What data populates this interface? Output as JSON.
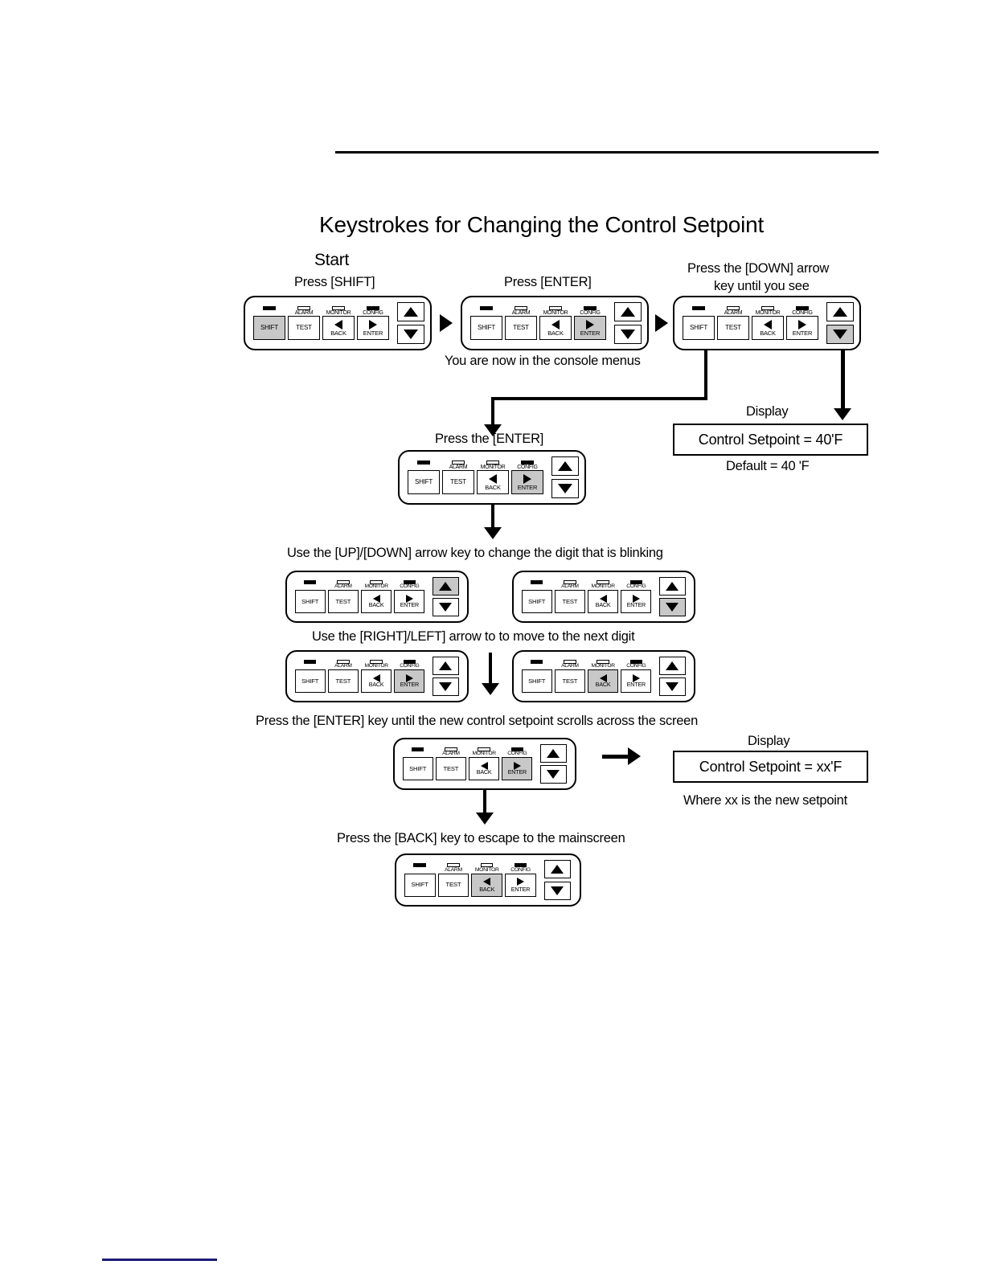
{
  "title": "Keystrokes for Changing the Control Setpoint",
  "labels": {
    "start": "Start",
    "step1": "Press [SHIFT]",
    "step2": "Press [ENTER]",
    "step2_note": "You are now in the console menus",
    "step3_line1": "Press the [DOWN] arrow",
    "step3_line2": "key until you see",
    "display_caption_1": "Display",
    "display_value_1": "Control Setpoint = 40'F",
    "default_note": "Default = 40 'F",
    "step4": "Press the [ENTER]",
    "step5": "Use the [UP]/[DOWN] arrow key to change the digit that is blinking",
    "step6": "Use the [RIGHT]/LEFT] arrow to  to move to the next digit",
    "step7": "Press the [ENTER] key until the new control setpoint scrolls across the screen",
    "display_caption_2": "Display",
    "display_value_2": "Control Setpoint = xx'F",
    "where_note": "Where xx is the new setpoint",
    "step8": "Press the [BACK] key to escape to the mainscreen"
  },
  "keypad_common": {
    "leds": [
      "",
      "ALARM",
      "MONITOR",
      "CONFIG"
    ],
    "buttons": [
      {
        "label": "SHIFT",
        "sub": ""
      },
      {
        "label": "TEST",
        "sub": ""
      },
      {
        "label": "",
        "sub": "BACK",
        "glyph": "left-triangle"
      },
      {
        "label": "",
        "sub": "ENTER",
        "glyph": "right-triangle"
      }
    ],
    "arrows": [
      {
        "name": "up",
        "glyph": "up-triangle"
      },
      {
        "name": "down",
        "glyph": "down-triangle"
      }
    ]
  },
  "keypads": [
    {
      "id": "kp1",
      "highlight": "SHIFT",
      "led_on": [
        0,
        3
      ]
    },
    {
      "id": "kp2",
      "highlight": "ENTER",
      "led_on": [
        0,
        3
      ]
    },
    {
      "id": "kp3",
      "highlight": "DOWN",
      "led_on": [
        0,
        3
      ]
    },
    {
      "id": "kp4",
      "highlight": "ENTER",
      "led_on": [
        0,
        3
      ]
    },
    {
      "id": "kp5",
      "highlight": "UP",
      "led_on": [
        0,
        3
      ]
    },
    {
      "id": "kp6",
      "highlight": "DOWN",
      "led_on": [
        0,
        3
      ]
    },
    {
      "id": "kp7",
      "highlight": "ENTER",
      "led_on": [
        0,
        3
      ]
    },
    {
      "id": "kp8",
      "highlight": "BACK",
      "led_on": [
        0,
        3
      ]
    },
    {
      "id": "kp9",
      "highlight": "ENTER",
      "led_on": [
        0,
        3
      ]
    },
    {
      "id": "kp10",
      "highlight": "BACK",
      "led_on": [
        0,
        3
      ]
    }
  ],
  "colors": {
    "ink": "#000000",
    "highlight": "#c8c8c8",
    "page": "#ffffff",
    "footer_rule": "#1a1a7a"
  }
}
